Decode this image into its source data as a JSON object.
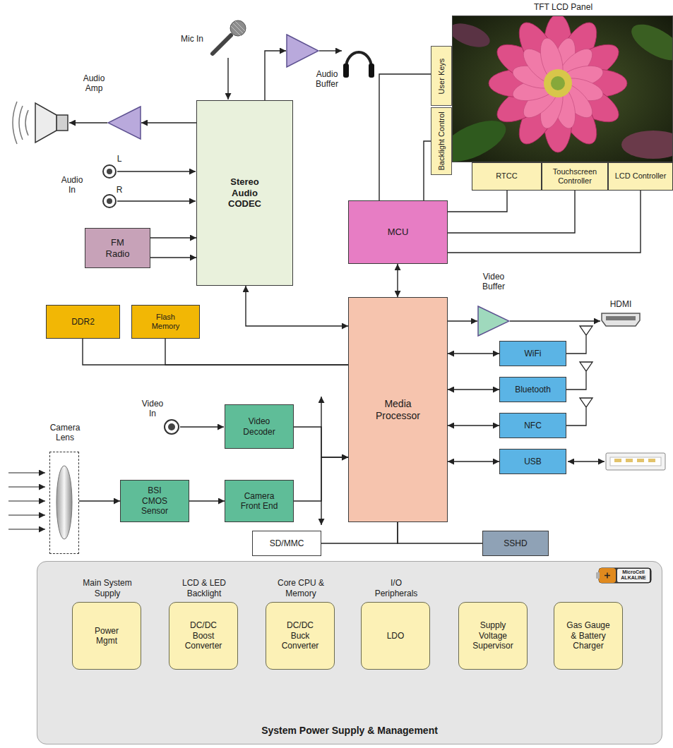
{
  "diagram": {
    "nodes": [
      {
        "text": [
          "Audio Buffer"
        ]
      },
      {
        "text": [
          "TFT LCD Panel"
        ]
      },
      {
        "text": [
          "User Keys"
        ]
      },
      {
        "text": [
          "Backlight Control"
        ]
      },
      {
        "text": [
          "Audio Amp"
        ]
      },
      {
        "text": [
          "Stereo Audio CODEC"
        ]
      },
      {
        "text": [
          "RTCC"
        ]
      },
      {
        "text": [
          "Touchscreen Controller"
        ]
      },
      {
        "text": [
          "LCD Controller"
        ]
      },
      {
        "text": [
          "MCU"
        ]
      },
      {
        "text": [
          "FM Radio"
        ]
      },
      {
        "text": [
          "Video Buffer"
        ]
      },
      {
        "text": [
          "DDR2"
        ]
      },
      {
        "text": [
          "Flash Memory"
        ]
      },
      {
        "text": [
          "Media Processor"
        ]
      },
      {
        "text": [
          "WiFi"
        ]
      },
      {
        "text": [
          "Bluetooth"
        ]
      },
      {
        "text": [
          "Video Decoder"
        ]
      },
      {
        "text": [
          "NFC"
        ]
      },
      {
        "text": [
          "Camera Lens"
        ]
      },
      {
        "text": [
          "USB"
        ]
      },
      {
        "text": [
          "BSI CMOS Sensor"
        ]
      },
      {
        "text": [
          "Camera Front End"
        ]
      },
      {
        "text": [
          "SD/MMC"
        ]
      },
      {
        "text": [
          "SSHD"
        ]
      },
      {
        "text": [
          "System Power Supply & Management"
        ]
      },
      {
        "text": [
          "Main System Supply",
          "Power Mgmt"
        ],
        "in": 25
      },
      {
        "text": [
          "LCD & LED Backlight",
          "DC/DC Boost Converter"
        ],
        "in": 25
      },
      {
        "text": [
          "Core CPU & Memory",
          "DC/DC Buck Converter"
        ],
        "in": 25
      },
      {
        "text": [
          "I/O Peripherals",
          "LDO"
        ],
        "in": 25
      },
      {
        "text": [
          "Supply Voltage Supervisor"
        ],
        "in": 25
      },
      {
        "text": [
          "Gas Gauge & Battery Charger"
        ],
        "in": 25
      }
    ],
    "edges": [
      {
        "from": 5,
        "to": 0,
        "arrow": "to"
      },
      {
        "from": 5,
        "to": 4,
        "arrow": "to"
      },
      {
        "from": 10,
        "to": 5,
        "arrow": "to"
      },
      {
        "from": 10,
        "to": 5,
        "arrow": "to"
      },
      {
        "from": 9,
        "to": 2,
        "arrow": "none"
      },
      {
        "from": 9,
        "to": 3,
        "arrow": "none"
      },
      {
        "from": 9,
        "to": 6,
        "arrow": "none"
      },
      {
        "from": 9,
        "to": 7,
        "arrow": "none"
      },
      {
        "from": 9,
        "to": 8,
        "arrow": "none"
      },
      {
        "from": 9,
        "to": 14,
        "arrow": "both"
      },
      {
        "from": 5,
        "to": 14,
        "arrow": "both"
      },
      {
        "from": 12,
        "to": 14,
        "arrow": "none"
      },
      {
        "from": 13,
        "to": 14,
        "arrow": "none"
      },
      {
        "from": 14,
        "to": 11,
        "arrow": "to"
      },
      {
        "from": 14,
        "to": 15,
        "arrow": "both"
      },
      {
        "from": 14,
        "to": 16,
        "arrow": "both"
      },
      {
        "from": 14,
        "to": 18,
        "arrow": "both"
      },
      {
        "from": 14,
        "to": 20,
        "arrow": "both"
      },
      {
        "from": 17,
        "to": 14,
        "arrow": "to"
      },
      {
        "from": 22,
        "to": 14,
        "arrow": "to"
      },
      {
        "from": 19,
        "to": 21,
        "arrow": "to"
      },
      {
        "from": 21,
        "to": 22,
        "arrow": "to"
      },
      {
        "from": 14,
        "to": 23,
        "arrow": "none"
      },
      {
        "from": 14,
        "to": 24,
        "arrow": "none"
      }
    ],
    "labels": [
      "Mic In",
      "Audio In",
      "L",
      "R",
      "Video In",
      "HDMI",
      "MicroCell ALKALINE"
    ]
  }
}
